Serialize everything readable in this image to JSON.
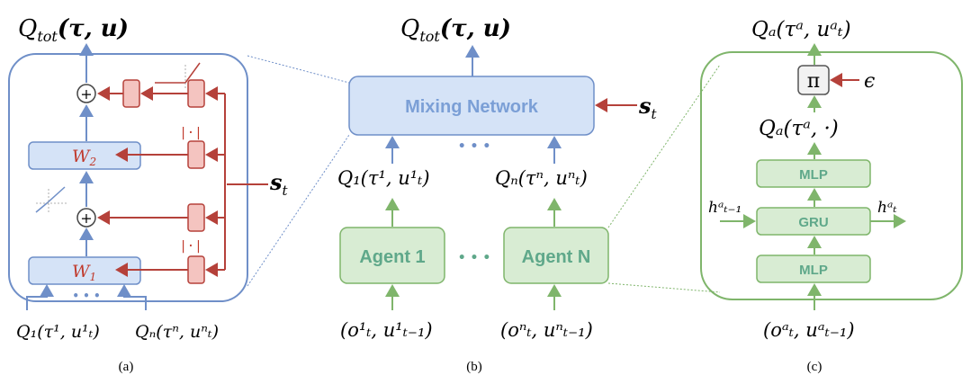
{
  "panel_a": {
    "top_q": "Q",
    "top_q_sub": "tot",
    "top_args": "(τ, u)",
    "w1": "W",
    "w1_sub": "1",
    "w2": "W",
    "w2_sub": "2",
    "abs_label_1": "|·|",
    "abs_label_2": "|·|",
    "plus_symbol": "+",
    "state": "s",
    "state_sub": "t",
    "bottom_left": "Q₁(τ¹, u¹ₜ)",
    "bottom_right": "Qₙ(τⁿ, uⁿₜ)",
    "dots": "• • •",
    "caption": "(a)"
  },
  "panel_b": {
    "top_q": "Q",
    "top_q_sub": "tot",
    "top_args": "(τ, u)",
    "mixing_label": "Mixing Network",
    "state": "s",
    "state_sub": "t",
    "mid_left": "Q₁(τ¹, u¹ₜ)",
    "mid_right": "Qₙ(τⁿ, uⁿₜ)",
    "mid_dots": "• • •",
    "agent_1": "Agent 1",
    "agent_n": "Agent N",
    "agent_dots": "• • •",
    "bottom_left": "(o¹ₜ, u¹ₜ₋₁)",
    "bottom_right": "(oⁿₜ, uⁿₜ₋₁)",
    "caption": "(b)"
  },
  "panel_c": {
    "top": "Qₐ(τᵃ, uᵃₜ)",
    "pi": "π",
    "epsilon": "ϵ",
    "q_mid": "Qₐ(τᵃ, ·)",
    "mlp_top": "MLP",
    "gru": "GRU",
    "mlp_bottom": "MLP",
    "h_in": "hᵃₜ₋₁",
    "h_out": "hᵃₜ",
    "bottom": "(oᵃₜ, uᵃₜ₋₁)",
    "caption": "(c)"
  }
}
